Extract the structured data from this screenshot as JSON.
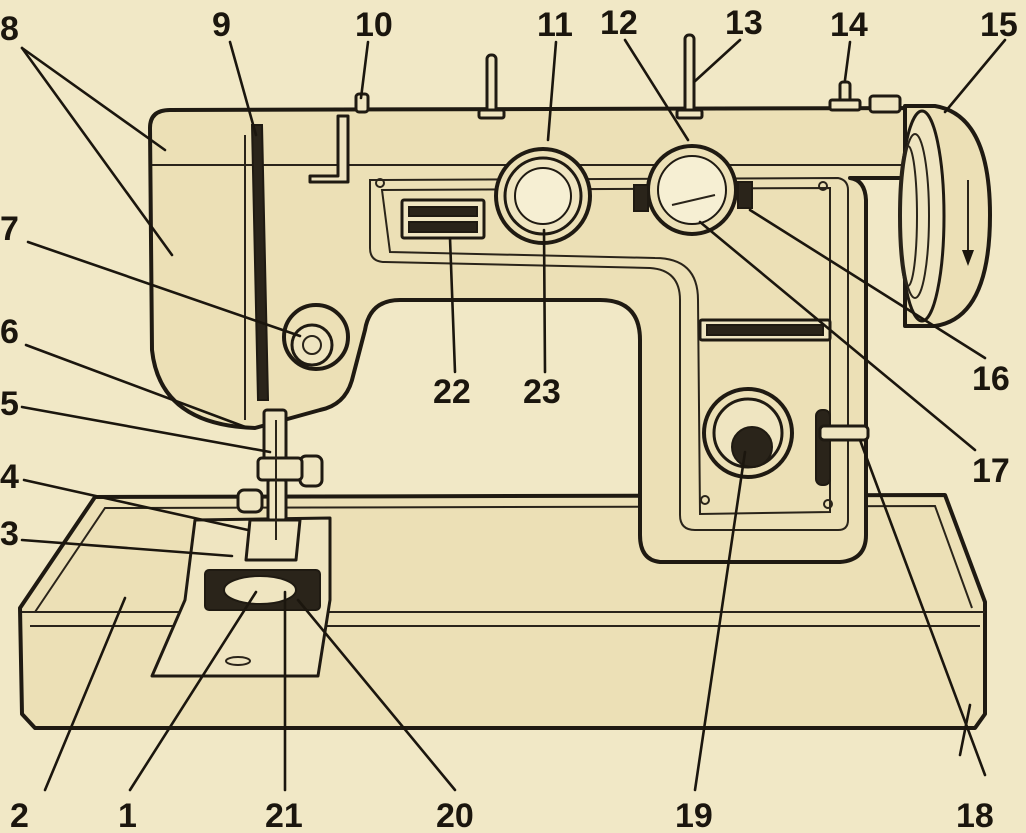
{
  "labels": [
    {
      "id": "1",
      "text": "1"
    },
    {
      "id": "2",
      "text": "2"
    },
    {
      "id": "3",
      "text": "3"
    },
    {
      "id": "4",
      "text": "4"
    },
    {
      "id": "5",
      "text": "5"
    },
    {
      "id": "6",
      "text": "6"
    },
    {
      "id": "7",
      "text": "7"
    },
    {
      "id": "8",
      "text": "8"
    },
    {
      "id": "9",
      "text": "9"
    },
    {
      "id": "10",
      "text": "10"
    },
    {
      "id": "11",
      "text": "11"
    },
    {
      "id": "12",
      "text": "12"
    },
    {
      "id": "13",
      "text": "13"
    },
    {
      "id": "14",
      "text": "14"
    },
    {
      "id": "15",
      "text": "15"
    },
    {
      "id": "16",
      "text": "16"
    },
    {
      "id": "17",
      "text": "17"
    },
    {
      "id": "18",
      "text": "18"
    },
    {
      "id": "19",
      "text": "19"
    },
    {
      "id": "20",
      "text": "20"
    },
    {
      "id": "21",
      "text": "21"
    },
    {
      "id": "22",
      "text": "22"
    },
    {
      "id": "23",
      "text": "23"
    }
  ],
  "colors": {
    "paper": "#f1e8c6",
    "ink": "#1b160e"
  }
}
